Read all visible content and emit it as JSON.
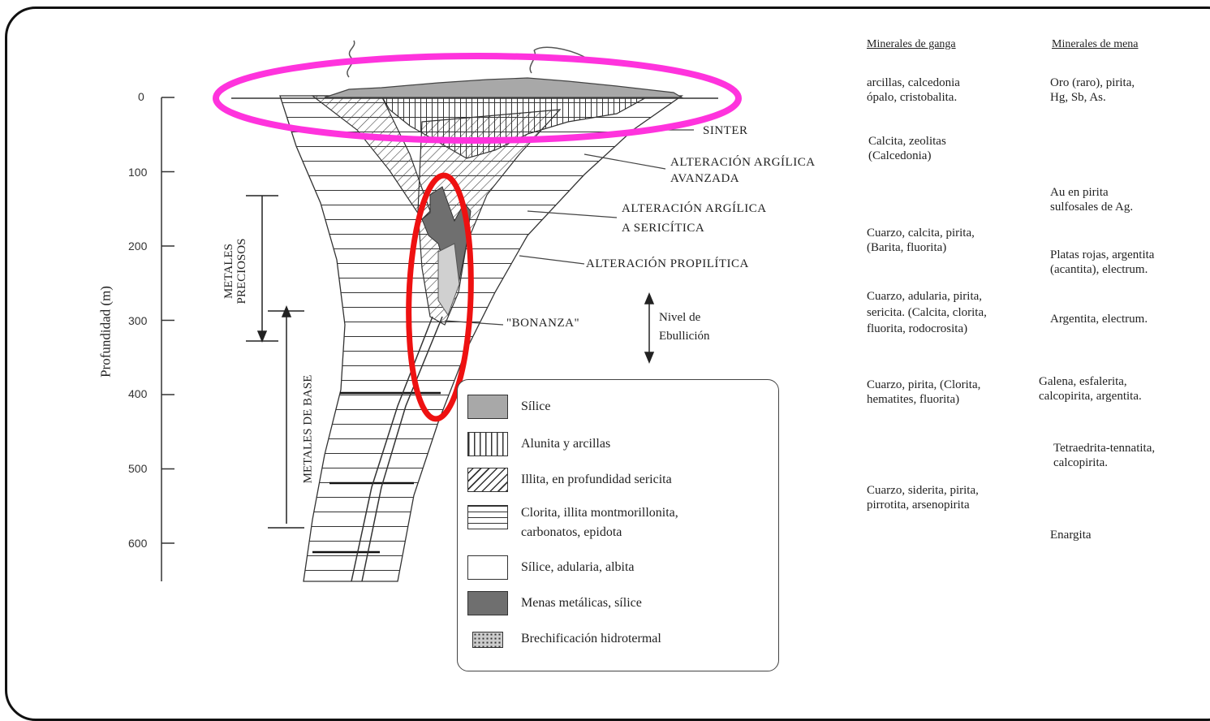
{
  "axis": {
    "ylabel": "Profundidad (m)",
    "ticks": [
      "0",
      "100",
      "200",
      "300",
      "400",
      "500",
      "600"
    ]
  },
  "metal_zones": {
    "preciosos": [
      "METALES",
      "PRECIOSOS"
    ],
    "base": "METALES DE BASE"
  },
  "labels": {
    "sinter": "SINTER",
    "arg_avanzada_1": "ALTERACIÓN ARGÍLICA",
    "arg_avanzada_2": "AVANZADA",
    "arg_sericitica_1": "ALTERACIÓN ARGÍLICA",
    "arg_sericitica_2": "A SERICÍTICA",
    "propilitica": "ALTERACIÓN PROPILÍTICA",
    "bonanza": "\"BONANZA\"",
    "ebullicion_1": "Nivel de",
    "ebullicion_2": "Ebullición"
  },
  "columns": {
    "ganga_header": "Minerales de ganga",
    "mena_header": "Minerales de mena",
    "ganga": [
      [
        "arcillas, calcedonia",
        "ópalo, cristobalita."
      ],
      [
        "Calcita, zeolitas",
        "(Calcedonia)"
      ],
      [
        "Cuarzo, calcita, pirita,",
        "(Barita, fluorita)"
      ],
      [
        "Cuarzo, adularia, pirita,",
        "sericita. (Calcita, clorita,",
        "fluorita, rodocrosita)"
      ],
      [
        "Cuarzo, pirita, (Clorita,",
        "hematites, fluorita)"
      ],
      [
        "Cuarzo, siderita, pirita,",
        "pirrotita, arsenopirita"
      ]
    ],
    "mena": [
      [
        "Oro (raro), pirita,",
        "Hg, Sb, As."
      ],
      [
        "Au en pirita",
        "sulfosales de Ag."
      ],
      [
        "Platas rojas, argentita",
        "(acantita), electrum."
      ],
      [
        "Argentita, electrum."
      ],
      [
        "Galena, esfalerita,",
        "calcopirita, argentita."
      ],
      [
        "Tetraedrita-tennatita,",
        "calcopirita."
      ],
      [
        "Enargita"
      ]
    ]
  },
  "legend": [
    {
      "label": "Sílice",
      "pattern": "silica"
    },
    {
      "label": "Alunita y arcillas",
      "pattern": "vertical"
    },
    {
      "label": "Illita, en profundidad sericita",
      "pattern": "diagonal"
    },
    {
      "label": [
        "Clorita, illita montmorillonita,",
        "carbonatos, epidota"
      ],
      "pattern": "horizontal"
    },
    {
      "label": "Sílice, adularia, albita",
      "pattern": "blank"
    },
    {
      "label": "Menas metálicas, sílice",
      "pattern": "dark"
    },
    {
      "label": "Brechificación hidrotermal",
      "pattern": "breccia"
    }
  ],
  "colors": {
    "highlight_ellipse": "#ff33dd",
    "highlight_oval": "#ee1111",
    "silica": "#a8a8a8",
    "ore": "#6f6f6f"
  }
}
